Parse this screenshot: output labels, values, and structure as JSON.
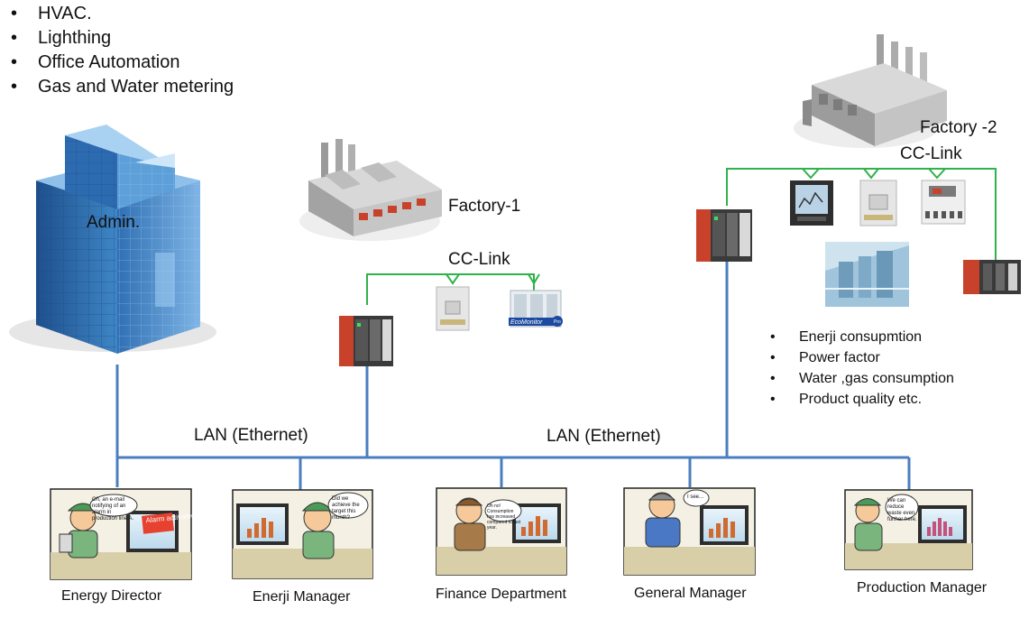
{
  "top_list": [
    "HVAC.",
    "Lighthing",
    "Office Automation",
    "Gas and Water metering"
  ],
  "nodes": {
    "admin": "Admin.",
    "factory1": "Factory-1",
    "factory2": "Factory -2"
  },
  "networks": {
    "cclink_1": "CC-Link",
    "cclink_2": "CC-Link",
    "lan_left": "LAN (Ethernet)",
    "lan_right": "LAN (Ethernet)"
  },
  "factory2_list": [
    "Enerji consupmtion",
    "Power factor",
    "Water ,gas consumption",
    "Product quality etc."
  ],
  "device_text": {
    "ecomonitor": "EcoMonitor",
    "pro": "Pro"
  },
  "stations": [
    {
      "label": "Energy Director",
      "speech": "Oh, an e-mail notifying of an alarm in production line A.",
      "alert": "Alarm activated"
    },
    {
      "label": "Enerji Manager",
      "speech": "Did we achieve the target this month?"
    },
    {
      "label": "Finance Department",
      "speech": "Oh no! Consumption has increased compared to last year."
    },
    {
      "label": "General Manager",
      "speech": "I see..."
    },
    {
      "label": "Production Manager",
      "speech": "We can reduce waste even further here."
    }
  ],
  "colors": {
    "lan_line": "#4a7fbf",
    "cclink_line": "#2fb24c",
    "building": "#3f86c6",
    "plc_red": "#c8412a"
  }
}
